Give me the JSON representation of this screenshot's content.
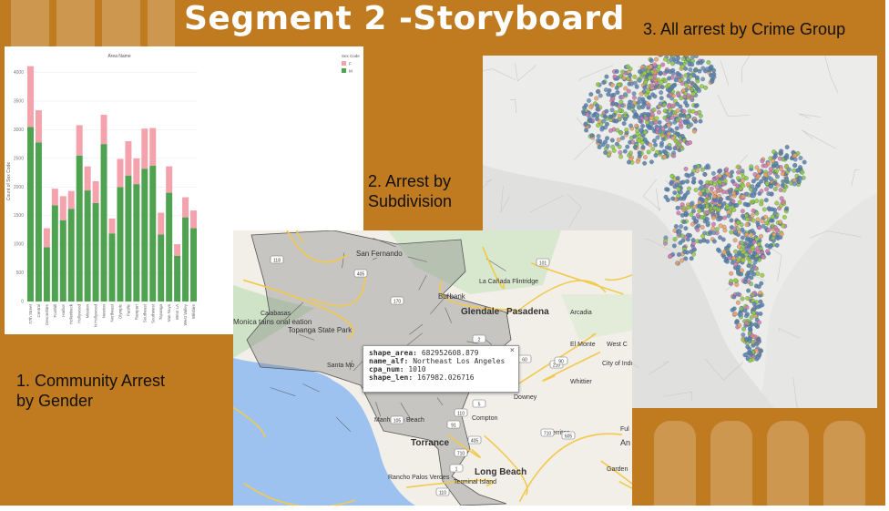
{
  "slide": {
    "title": "Segment 2 -Storyboard",
    "label1": "1. Community Arrest\nby Gender",
    "label2": "2. Arrest by\nSubdivision",
    "label3": "3. All arrest by Crime Group"
  },
  "colors": {
    "background": "#c07a1f",
    "female": "#f4a3ad",
    "male": "#4fa350",
    "points": "#5a7fa8"
  },
  "chart_data": {
    "type": "bar",
    "title": "Area Name",
    "xlabel": "",
    "ylabel": "Count of Sex Code",
    "ylim": [
      0,
      4200
    ],
    "yticks": [
      0,
      500,
      1000,
      1500,
      2000,
      2500,
      3000,
      3500,
      4000
    ],
    "legend_title": "Sex Code",
    "legend_position": "top-right",
    "stacked": true,
    "categories": [
      "77th Street",
      "Central",
      "Devonshire",
      "Foothill",
      "Harbor",
      "Hollenbeck",
      "Hollywood",
      "Mission",
      "N Hollywood",
      "Newton",
      "Northeast",
      "Olympic",
      "Pacific",
      "Rampart",
      "Southeast",
      "Southwest",
      "Topanga",
      "Van Nuys",
      "West LA",
      "West Valley",
      "Wilshire"
    ],
    "series": [
      {
        "name": "M",
        "values": [
          3050,
          2780,
          950,
          1680,
          1420,
          1620,
          2550,
          1940,
          1720,
          2750,
          1190,
          2000,
          2200,
          2050,
          2320,
          2370,
          1170,
          1900,
          800,
          1470,
          1280
        ]
      },
      {
        "name": "F",
        "values": [
          1060,
          560,
          330,
          290,
          420,
          310,
          530,
          420,
          380,
          510,
          260,
          490,
          600,
          450,
          700,
          660,
          380,
          460,
          200,
          350,
          310
        ]
      }
    ]
  },
  "map": {
    "tooltip": {
      "shape_area_key": "shape_area:",
      "shape_area_val": "682952608.879",
      "name_alf_key": "name_alf:",
      "name_alf_val": "Northeast Los Angeles",
      "cpa_num_key": "cpa_num:",
      "cpa_num_val": "1010",
      "shape_len_key": "shape_len:",
      "shape_len_val": "167982.026716",
      "close": "×"
    },
    "places": [
      "San Fernando",
      "Burbank",
      "La Cañada Flintridge",
      "Glendale",
      "Pasadena",
      "Arcadia",
      "Calabasas",
      "Monica tains onal eation",
      "Topanga State Park",
      "Santa Mo",
      "El Monte",
      "West C",
      "City of Industry",
      "Whittier",
      "Downey",
      "Manhattan Beach",
      "Compton",
      "Torrance",
      "Cerritos",
      "Long Beach",
      "Rancho Palos Verdes",
      "Terminal Island",
      "Garden",
      "Ful",
      "An"
    ],
    "shields": [
      "118",
      "405",
      "170",
      "101",
      "2",
      "210",
      "5",
      "605",
      "710",
      "110",
      "105",
      "91",
      "1",
      "90",
      "60",
      "710",
      "405",
      "110"
    ]
  }
}
